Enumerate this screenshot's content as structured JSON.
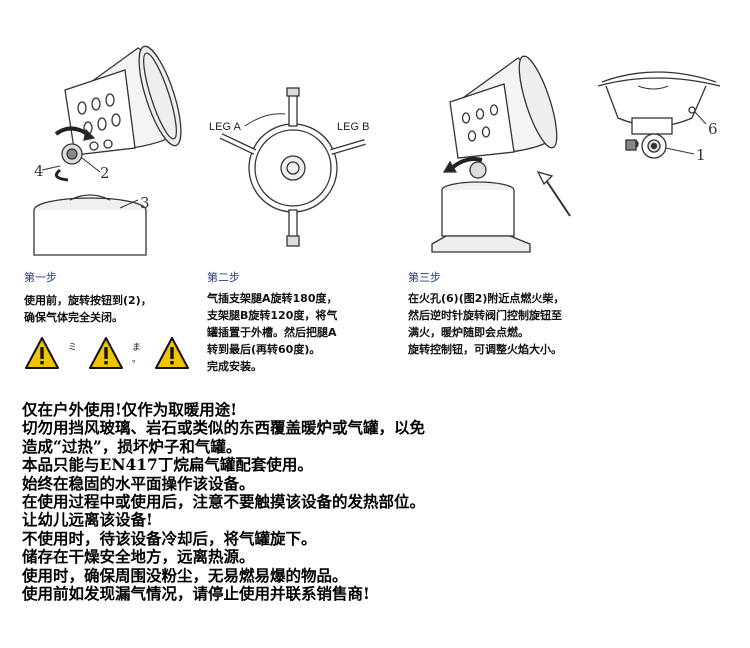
{
  "figures": {
    "fig1": {
      "callouts": [
        "4",
        "2",
        "3"
      ]
    },
    "fig2": {
      "leg_a": "LEG A",
      "leg_b": "LEG B"
    },
    "fig4": {
      "callouts": [
        "6",
        "1"
      ]
    }
  },
  "steps": [
    {
      "title": "第一步",
      "lines": [
        "使用前，旋转按钮到(2)，",
        "确保气体完全关闭。"
      ]
    },
    {
      "title": "第二步",
      "lines": [
        "气插支架腿A旋转180度，",
        "支架腿B旋转120度，将气",
        "罐插置于外槽。然后把腿A",
        "转到最后(再转60度)。",
        "完成安装。"
      ]
    },
    {
      "title": "第三步",
      "lines": [
        "在火孔(6)(图2)附近点燃火柴，",
        "然后逆时针旋转阀门控制旋钮至",
        "满火，暖炉随即会点燃。",
        "旋转控制钮，可调整火焰大小。"
      ]
    }
  ],
  "warning_marks": [
    "ミ",
    "ま",
    "。"
  ],
  "notes": [
    "仅在户外使用!仅作为取暖用途!",
    "切勿用挡风玻璃、岩石或类似的东西覆盖暖炉或气罐，以免",
    "造成“过热”，损坏炉子和气罐。",
    "本品只能与EN417丁烷扁气罐配套使用。",
    "始终在稳固的水平面操作该设备。",
    "在使用过程中或使用后，注意不要触摸该设备的发热部位。",
    "让幼儿远离该设备!",
    "不使用时，待该设备冷却后，将气罐旋下。",
    "储存在干燥安全地方，远离热源。",
    "使用时，确保周围没粉尘，无易燃易爆的物品。",
    "使用前如发现漏气情况，请停止使用并联系销售商!"
  ],
  "colors": {
    "step_title": "#2a3f78",
    "warning_yellow": "#f2c400",
    "line_art": "#333333"
  }
}
